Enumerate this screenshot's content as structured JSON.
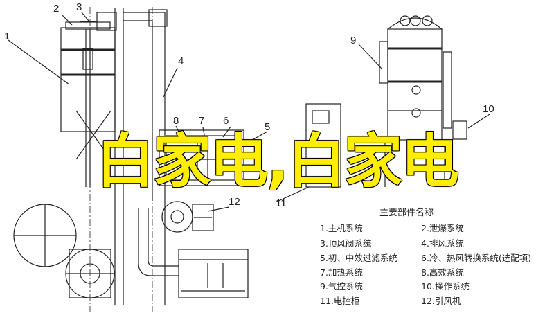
{
  "callouts": {
    "c1": "1",
    "c2": "2",
    "c3": "3",
    "c4": "4",
    "c5": "5",
    "c6": "6",
    "c7": "7",
    "c8": "8",
    "c9": "9",
    "c10": "10",
    "c11": "11",
    "c12": "12"
  },
  "overlay_text": "白家电,白家电",
  "legend": {
    "title": "主要部件名称",
    "items": [
      "1.主机系统",
      "2.泄爆系统",
      "3.顶风阀系统",
      "4.排风系统",
      "5.初、中效过滤系统",
      "6.冷、热风转换系统(选配项)",
      "7.加热系统",
      "8.高效系统",
      "9.气控系统",
      "10.操作系统",
      "11.电控柜",
      "12.引风机"
    ]
  },
  "colors": {
    "line": "#222222",
    "overlay": "#ffee00"
  }
}
